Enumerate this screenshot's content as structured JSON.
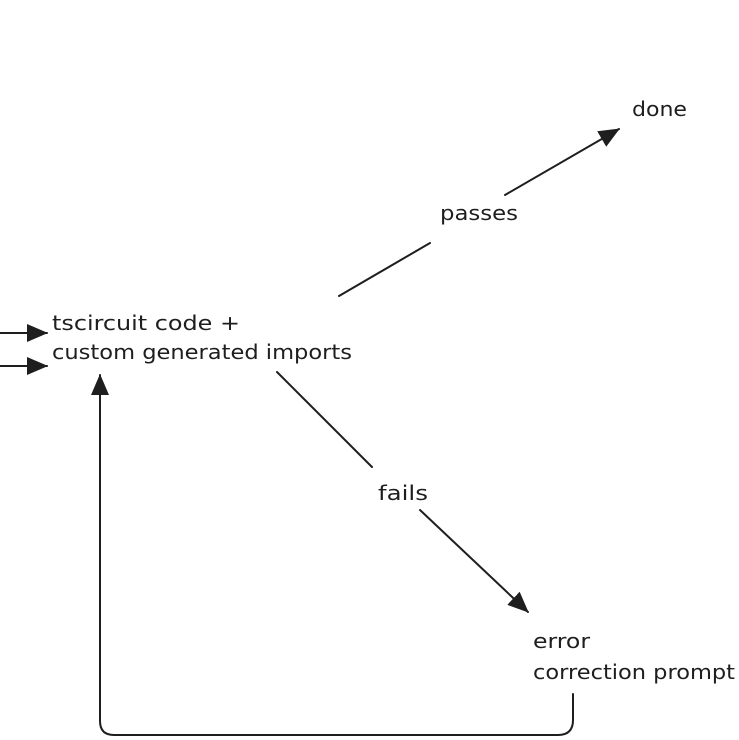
{
  "nodes": {
    "code_line1": "tscircuit code +",
    "code_line2": "custom generated imports",
    "done": "done",
    "error_line1": "error",
    "error_line2": "correction prompt"
  },
  "edges": {
    "passes": "passes",
    "fails": "fails"
  },
  "colors": {
    "stroke": "#1e1e1e",
    "background": "#ffffff"
  }
}
